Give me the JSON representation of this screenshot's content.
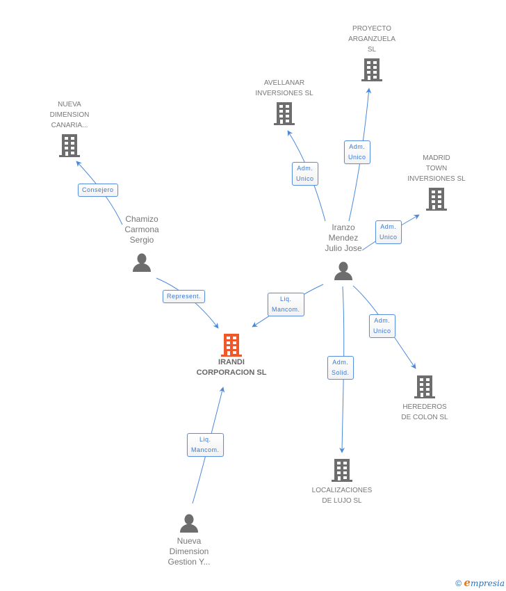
{
  "colors": {
    "edge": "#4a89dc",
    "node_icon": "#6d6d6d",
    "main_icon": "#f0582a",
    "label_text": "#777777",
    "edge_label_text": "#3a78d6"
  },
  "nodes": [
    {
      "id": "irandi",
      "type": "company",
      "main": true,
      "label": "IRANDI\nCORPORACION SL",
      "icon": "building-icon"
    },
    {
      "id": "nueva_canaria",
      "type": "company",
      "label": "NUEVA\nDIMENSION\nCANARIA...",
      "icon": "building-icon"
    },
    {
      "id": "avellanar",
      "type": "company",
      "label": "AVELLANAR\nINVERSIONES SL",
      "icon": "building-icon"
    },
    {
      "id": "arganzuela",
      "type": "company",
      "label": "PROYECTO\nARGANZUELA\nSL",
      "icon": "building-icon"
    },
    {
      "id": "madrid_town",
      "type": "company",
      "label": "MADRID\nTOWN\nINVERSIONES SL",
      "icon": "building-icon"
    },
    {
      "id": "herederos",
      "type": "company",
      "label": "HEREDEROS\nDE COLON  SL",
      "icon": "building-icon"
    },
    {
      "id": "localizaciones",
      "type": "company",
      "label": "LOCALIZACIONES\nDE LUJO SL",
      "icon": "building-icon"
    },
    {
      "id": "chamizo",
      "type": "person",
      "label": "Chamizo\nCarmona\nSergio",
      "icon": "person-icon"
    },
    {
      "id": "iranzo",
      "type": "person",
      "label": "Iranzo\nMendez\nJulio Jose",
      "icon": "person-icon"
    },
    {
      "id": "nueva_gestion",
      "type": "person",
      "label": "Nueva\nDimension\nGestion Y...",
      "icon": "person-icon"
    }
  ],
  "edges": [
    {
      "from": "chamizo",
      "to": "nueva_canaria",
      "label": "Consejero"
    },
    {
      "from": "chamizo",
      "to": "irandi",
      "label": "Represent."
    },
    {
      "from": "iranzo",
      "to": "avellanar",
      "label": "Adm.\nUnico"
    },
    {
      "from": "iranzo",
      "to": "arganzuela",
      "label": "Adm.\nUnico"
    },
    {
      "from": "iranzo",
      "to": "madrid_town",
      "label": "Adm.\nUnico"
    },
    {
      "from": "iranzo",
      "to": "irandi",
      "label": "Liq.\nMancom."
    },
    {
      "from": "iranzo",
      "to": "localizaciones",
      "label": "Adm.\nSolid."
    },
    {
      "from": "iranzo",
      "to": "herederos",
      "label": "Adm.\nUnico"
    },
    {
      "from": "nueva_gestion",
      "to": "irandi",
      "label": "Liq.\nMancom."
    }
  ],
  "footer": {
    "copyright": "©",
    "brand_initial": "e",
    "brand_rest": "mpresia"
  }
}
